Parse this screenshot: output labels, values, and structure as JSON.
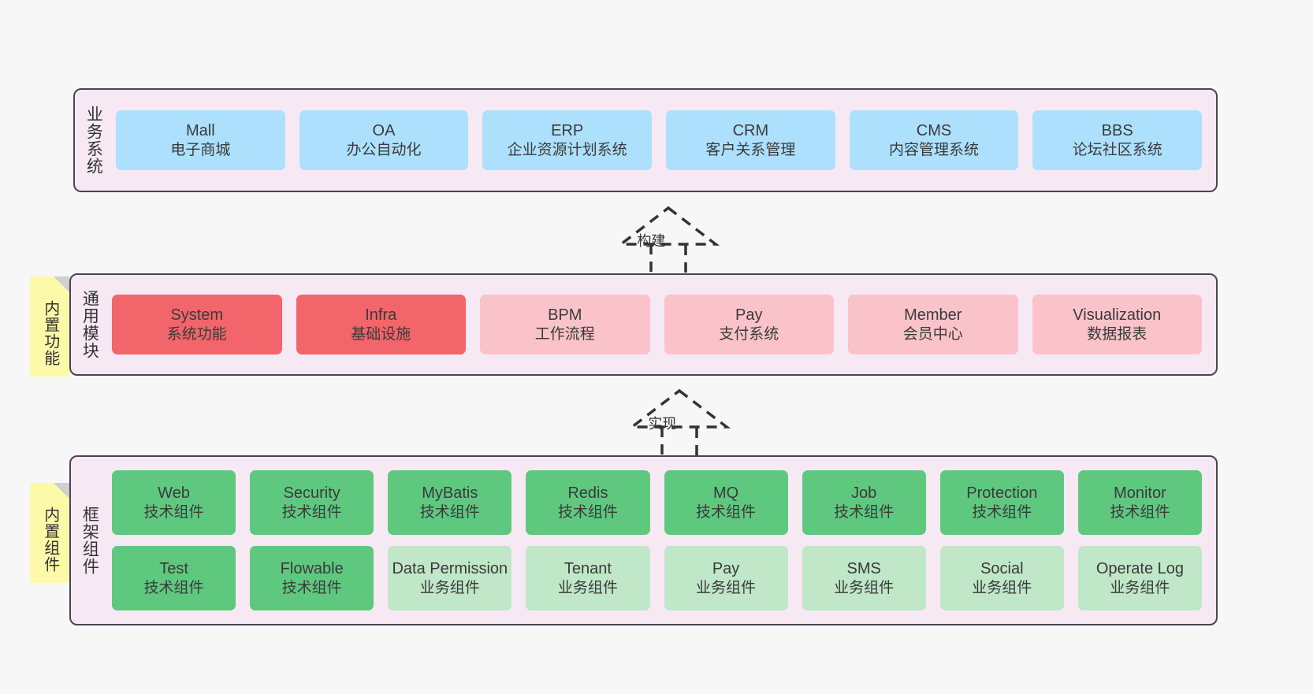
{
  "background": "#f7f7f7",
  "palette": {
    "container_bg": "#f7e9f4",
    "container_border": "#4b4453",
    "blue": "#ade0fc",
    "red": "#f2656a",
    "pink": "#fac3ca",
    "green": "#5fc87f",
    "green_light": "#bfe7c8",
    "note_yellow": "#fcfaa8",
    "note_fold": "#cfcfcf"
  },
  "layers": [
    {
      "id": "business-system",
      "title": "业务系统",
      "rows": [
        [
          {
            "name": "Mall",
            "desc": "电子商城",
            "color": "blue"
          },
          {
            "name": "OA",
            "desc": "办公自动化",
            "color": "blue"
          },
          {
            "name": "ERP",
            "desc": "企业资源计划系统",
            "color": "blue"
          },
          {
            "name": "CRM",
            "desc": "客户关系管理",
            "color": "blue"
          },
          {
            "name": "CMS",
            "desc": "内容管理系统",
            "color": "blue"
          },
          {
            "name": "BBS",
            "desc": "论坛社区系统",
            "color": "blue"
          }
        ]
      ]
    },
    {
      "id": "common-module",
      "title": "通用模块",
      "rows": [
        [
          {
            "name": "System",
            "desc": "系统功能",
            "color": "red"
          },
          {
            "name": "Infra",
            "desc": "基础设施",
            "color": "red"
          },
          {
            "name": "BPM",
            "desc": "工作流程",
            "color": "pink"
          },
          {
            "name": "Pay",
            "desc": "支付系统",
            "color": "pink"
          },
          {
            "name": "Member",
            "desc": "会员中心",
            "color": "pink"
          },
          {
            "name": "Visualization",
            "desc": "数据报表",
            "color": "pink"
          }
        ]
      ]
    },
    {
      "id": "framework-component",
      "title": "框架组件",
      "rows": [
        [
          {
            "name": "Web",
            "desc": "技术组件",
            "color": "green"
          },
          {
            "name": "Security",
            "desc": "技术组件",
            "color": "green"
          },
          {
            "name": "MyBatis",
            "desc": "技术组件",
            "color": "green"
          },
          {
            "name": "Redis",
            "desc": "技术组件",
            "color": "green"
          },
          {
            "name": "MQ",
            "desc": "技术组件",
            "color": "green"
          },
          {
            "name": "Job",
            "desc": "技术组件",
            "color": "green"
          },
          {
            "name": "Protection",
            "desc": "技术组件",
            "color": "green"
          },
          {
            "name": "Monitor",
            "desc": "技术组件",
            "color": "green"
          }
        ],
        [
          {
            "name": "Test",
            "desc": "技术组件",
            "color": "green"
          },
          {
            "name": "Flowable",
            "desc": "技术组件",
            "color": "green"
          },
          {
            "name": "Data Permission",
            "desc": "业务组件",
            "color": "green_light"
          },
          {
            "name": "Tenant",
            "desc": "业务组件",
            "color": "green_light"
          },
          {
            "name": "Pay",
            "desc": "业务组件",
            "color": "green_light"
          },
          {
            "name": "SMS",
            "desc": "业务组件",
            "color": "green_light"
          },
          {
            "name": "Social",
            "desc": "业务组件",
            "color": "green_light"
          },
          {
            "name": "Operate Log",
            "desc": "业务组件",
            "color": "green_light"
          }
        ]
      ]
    }
  ],
  "notes": [
    {
      "id": "builtin-function",
      "text": "内置功能"
    },
    {
      "id": "builtin-component",
      "text": "内置组件"
    }
  ],
  "arrows": [
    {
      "id": "build-arrow",
      "label": "构建"
    },
    {
      "id": "implement-arrow",
      "label": "实现"
    }
  ]
}
